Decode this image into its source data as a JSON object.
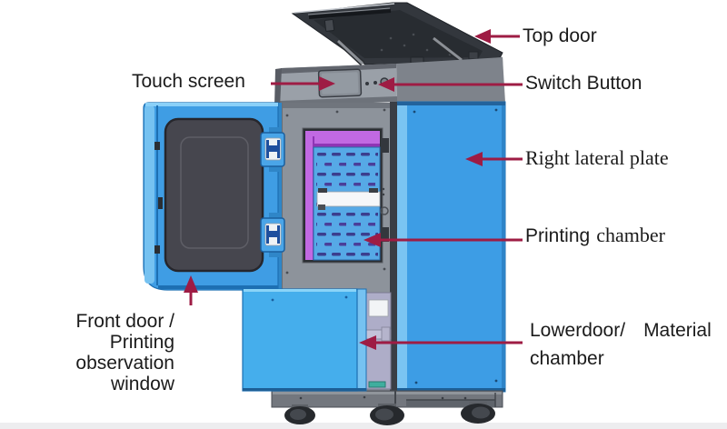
{
  "figure_type": "labeled technical diagram of a 3D printing machine",
  "labels": {
    "top_door": "Top door",
    "touch_screen": "Touch screen",
    "switch_button": "Switch Button",
    "right_lateral_plate": "Right lateral plate",
    "printing_chamber": {
      "word1": "Printing",
      "word2": "chamber"
    },
    "front_door": {
      "line1": "Front door /",
      "line2": "Printing",
      "line3": "observation window"
    },
    "lower_door": {
      "part1": "Lowerdoor/",
      "part2": "Material",
      "line2": "chamber"
    }
  },
  "colors": {
    "arrow": "#9e1c44",
    "text": "#1b1b1b",
    "panel_blue": "#3f9de4",
    "panel_blue_light": "#76c2f1",
    "lower_door_blue": "#45aeec",
    "body_gray": "#8d939b",
    "lid_dark": "#33373d",
    "chamber_purple": "#c169e2",
    "chamber_plate_blue": "#56a9e6",
    "window_dark": "#46464e",
    "base_gray": "#73777e",
    "background": "#ffffff"
  }
}
